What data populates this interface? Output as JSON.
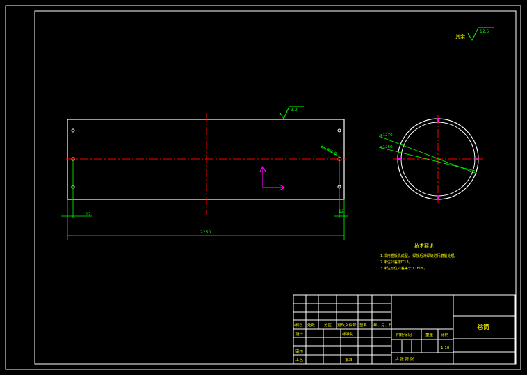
{
  "roughness": {
    "label": "其余",
    "symbol": "12.5"
  },
  "top_roughness": "3.2",
  "tol_label": "11.2/1.6",
  "dims": {
    "left": "12",
    "right": "12",
    "length": "2250"
  },
  "circle_labels": {
    "outer": "φ1270",
    "inner": "φ1250"
  },
  "notes": {
    "title": "技术要求",
    "lines": [
      "1.采用卷板机成型。  焊接后对焊缝进行磨削处理。",
      "2.未注公差按IT13。",
      "3.未注形位公差等于0.1mm。"
    ]
  },
  "title_block": {
    "part_name": "卷筒",
    "headers": [
      "标记",
      "处数",
      "分区",
      "更改文件号",
      "签名",
      "年、月、日"
    ],
    "design": "设计",
    "standard": "标准化",
    "review": "审核",
    "process": "工艺",
    "approve": "批准",
    "stage": "阶段标记",
    "weight": "重量",
    "scale": "比例",
    "scale_val": "1:10",
    "sheets": "共  张  第  张"
  },
  "colors": {
    "frame": "#ffffff",
    "dim": "#00ff00",
    "center": "#ff0000",
    "magenta": "#ff00ff",
    "text": "#ffff00"
  }
}
